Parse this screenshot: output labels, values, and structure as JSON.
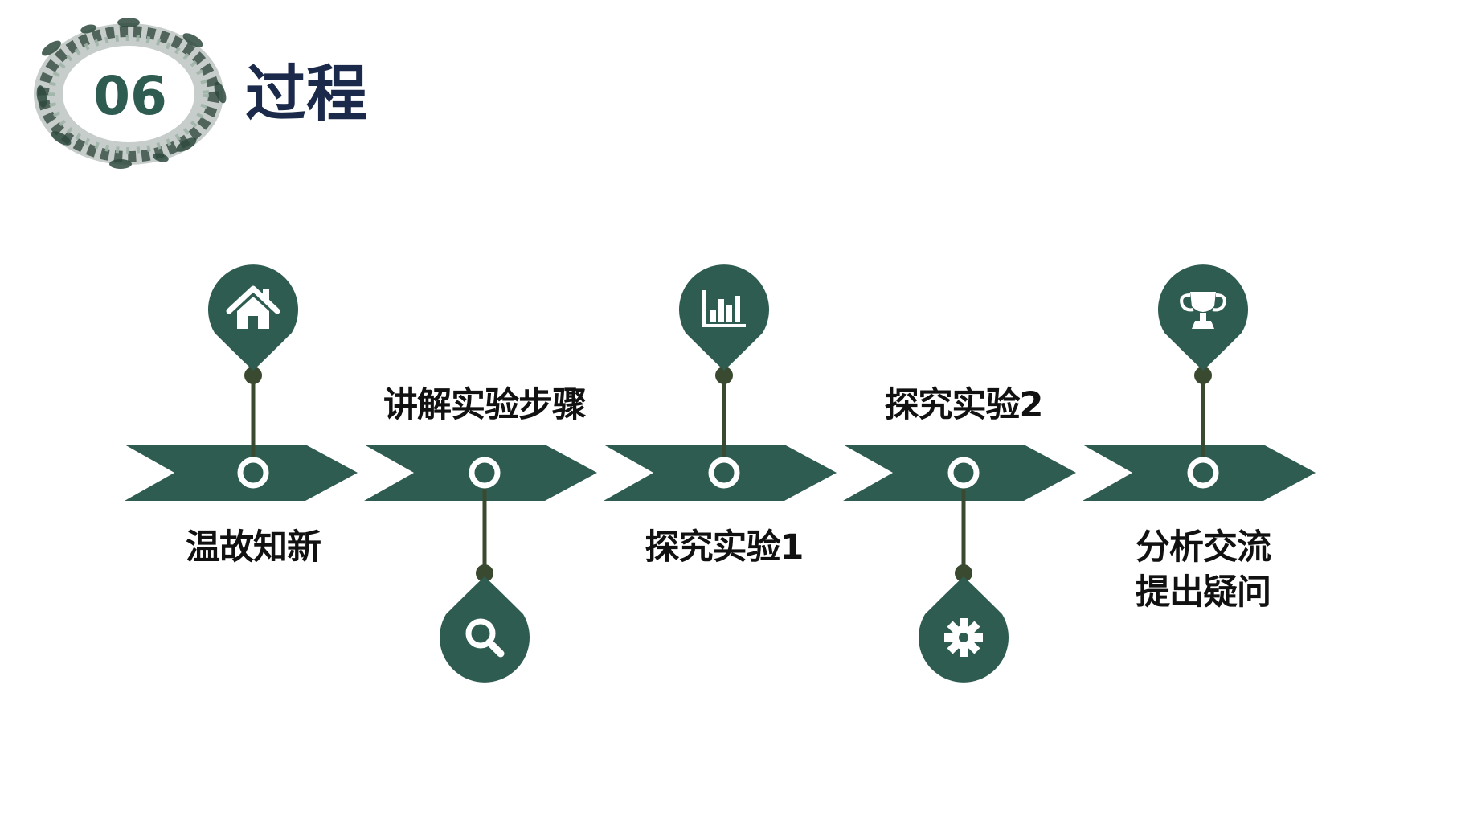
{
  "header": {
    "section_number": "06",
    "title": "过程"
  },
  "colors": {
    "primary": "#2f5c50",
    "stem": "#3a4a30",
    "text": "#111111",
    "title": "#1b2a4a",
    "badge_text": "#2f5c50"
  },
  "steps": [
    {
      "label_lines": [
        "温故知新"
      ],
      "icon": "home-icon",
      "marker": "top",
      "label_position": "below"
    },
    {
      "label_lines": [
        "讲解实验步骤"
      ],
      "icon": "search-icon",
      "marker": "bottom",
      "label_position": "above"
    },
    {
      "label_lines": [
        "探究实验1"
      ],
      "icon": "bar-chart-icon",
      "marker": "top",
      "label_position": "below"
    },
    {
      "label_lines": [
        "探究实验2"
      ],
      "icon": "gear-icon",
      "marker": "bottom",
      "label_position": "above"
    },
    {
      "label_lines": [
        "分析交流",
        "提出疑问"
      ],
      "icon": "trophy-icon",
      "marker": "top",
      "label_position": "below"
    }
  ]
}
